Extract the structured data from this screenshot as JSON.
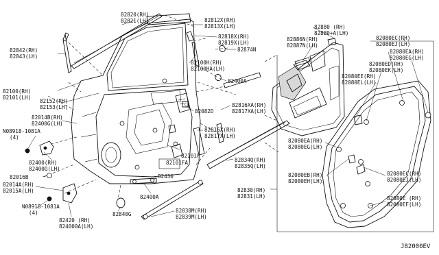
{
  "diagram": {
    "reference": "J82000EV",
    "labels": [
      {
        "id": "p82820",
        "lines": [
          "82820(RH)",
          "82821(LH)"
        ]
      },
      {
        "id": "p82812",
        "lines": [
          "82812X(RH)",
          "82813X(LH)"
        ]
      },
      {
        "id": "p82842",
        "lines": [
          "82842(RH)",
          "82843(LH)"
        ]
      },
      {
        "id": "p82818",
        "lines": [
          "82818X(RH)",
          "82819X(LH)"
        ]
      },
      {
        "id": "p82874",
        "lines": [
          "82874N"
        ]
      },
      {
        "id": "p82100h",
        "lines": [
          "82100H(RH)",
          "82100HA(LH)"
        ]
      },
      {
        "id": "p82100",
        "lines": [
          "82100(RH)",
          "82101(LH)"
        ]
      },
      {
        "id": "p82400a",
        "lines": [
          "82400A"
        ]
      },
      {
        "id": "p82152",
        "lines": [
          "82152(RH)",
          "82153(LH)"
        ]
      },
      {
        "id": "p82082d",
        "lines": [
          "82082D"
        ]
      },
      {
        "id": "p82816xa",
        "lines": [
          "82816XA(RH)",
          "82817XA(LH)"
        ]
      },
      {
        "id": "p82014b",
        "lines": [
          "82014B(RH)",
          "82400G(LH)"
        ]
      },
      {
        "id": "p08918a",
        "lines": [
          "N08918-1081A",
          "(4)"
        ]
      },
      {
        "id": "p82816x",
        "lines": [
          "82816X(RH)",
          "82817X(LH)"
        ]
      },
      {
        "id": "p82101f",
        "lines": [
          "82101F"
        ]
      },
      {
        "id": "p82101fa",
        "lines": [
          "82101FA"
        ]
      },
      {
        "id": "p82400",
        "lines": [
          "82400(RH)",
          "82400Q(LH)"
        ]
      },
      {
        "id": "p82016b",
        "lines": [
          "82016B"
        ]
      },
      {
        "id": "p82430",
        "lines": [
          "82430"
        ]
      },
      {
        "id": "p82014a",
        "lines": [
          "82014A(RH)",
          "82015A(LH)"
        ]
      },
      {
        "id": "p82400a2",
        "lines": [
          "82400A"
        ]
      },
      {
        "id": "p08918b",
        "lines": [
          "N08918-1081A",
          "(4)"
        ]
      },
      {
        "id": "p82840g",
        "lines": [
          "82840G"
        ]
      },
      {
        "id": "p82420",
        "lines": [
          "82420 (RH)",
          "824000A(LH)"
        ]
      },
      {
        "id": "p82838m",
        "lines": [
          "82838M(RH)",
          "82839M(LH)"
        ]
      },
      {
        "id": "p82834q",
        "lines": [
          "82834Q(RH)",
          "82835Q(LH)"
        ]
      },
      {
        "id": "p82830",
        "lines": [
          "82830(RH)",
          "82831(LH)"
        ]
      },
      {
        "id": "p82880",
        "lines": [
          "82880 (RH)",
          "82880+A(LH)"
        ]
      },
      {
        "id": "p82886n",
        "lines": [
          "82886N(RH)",
          "82887N(LH)"
        ]
      },
      {
        "id": "p82080ec",
        "lines": [
          "82080EC(RH)",
          "82080EJ(LH)"
        ]
      },
      {
        "id": "p82080ea1",
        "lines": [
          "82080EA(RH)",
          "82080EG(LH)"
        ]
      },
      {
        "id": "p82080ed",
        "lines": [
          "82080ED(RH)",
          "82080EK(LH)"
        ]
      },
      {
        "id": "p82080ee",
        "lines": [
          "82080EE(RH)",
          "82080EL(LH)"
        ]
      },
      {
        "id": "p82080ea2",
        "lines": [
          "82080EA(RH)",
          "82080EG(LH)"
        ]
      },
      {
        "id": "p82080eb",
        "lines": [
          "82080EB(RH)",
          "82080EH(LH)"
        ]
      },
      {
        "id": "p82080ec2",
        "lines": [
          "82080EC(RH)",
          "82080EJ(LH)"
        ]
      },
      {
        "id": "p82080ef",
        "lines": [
          "82080E (RH)",
          "82080EF(LH)"
        ]
      }
    ]
  }
}
